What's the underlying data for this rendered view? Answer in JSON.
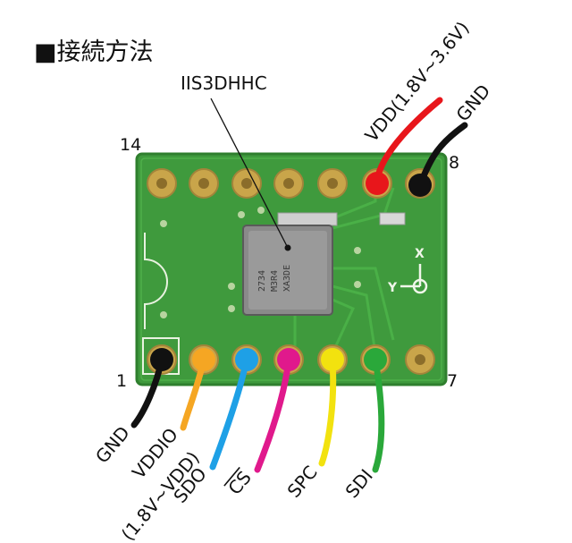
{
  "title": "■接続方法",
  "chip_label": "IIS3DHHC",
  "chip_marking": [
    "2734",
    "M3R4",
    "XA3DE"
  ],
  "board": {
    "silkscreen_axes": [
      "X",
      "Y"
    ],
    "pin_numbers": {
      "p14": "14",
      "p8": "8",
      "p1": "1",
      "p7": "7"
    }
  },
  "wires": {
    "vdd": {
      "label": "VDD(1.8V~3.6V)",
      "color": "#e8161b"
    },
    "gnd_top": {
      "label": "GND",
      "color": "#111111"
    },
    "gnd_bottom": {
      "label": "GND",
      "color": "#111111"
    },
    "vddio": {
      "label": "VDDIO",
      "sub": "(1.8V~VDD)",
      "color": "#f5a623"
    },
    "sdo": {
      "label": "SDO",
      "color": "#1ea0e6"
    },
    "cs": {
      "label": "CS",
      "color": "#e0198c"
    },
    "spc": {
      "label": "SPC",
      "color": "#f2e20f"
    },
    "sdi": {
      "label": "SDI",
      "color": "#2aa83a"
    }
  },
  "colors": {
    "pcb": "#3f9a3d",
    "pcb_edge": "#2f7f2e",
    "gold": "#c9a54a",
    "chip": "#8a8a8a"
  }
}
